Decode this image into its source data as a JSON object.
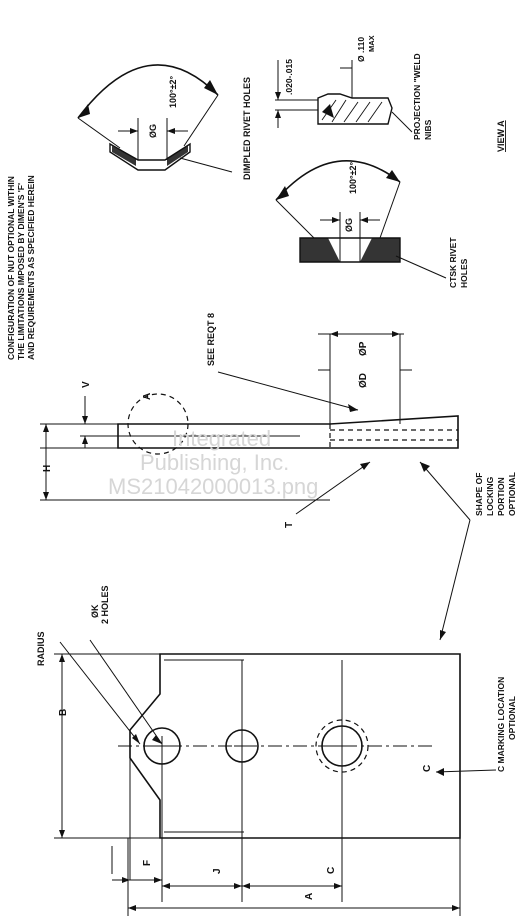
{
  "notes": {
    "line1": "CONFIGURATION OF NUT OPTIONAL WITHIN",
    "line2": "THE LIMITATIONS IMPOSED BY DIMEN'S 'F'",
    "line3": "AND REQUIREMENTS AS SPECIFIED HEREIN"
  },
  "top_details": {
    "dimpled_rivet_holes": "DIMPLED RIVET HOLES",
    "angle_dimpled": "100°±2°",
    "dia_g_dimpled": "ØG",
    "thickness_range": ".020-.015",
    "dia_110": "Ø .110",
    "max": "MAX",
    "projection_line1": "PROJECTION \"WELD",
    "projection_line2": "NIBS",
    "ctsk_line1": "CTSK RIVET",
    "ctsk_line2": "HOLES",
    "angle_ctsk": "100°±2°",
    "dia_g_ctsk": "ØG",
    "view_label": "VIEW A"
  },
  "side_view": {
    "see_reqt": "SEE REQT 8",
    "dia_d": "ØD",
    "dia_p": "ØP",
    "dim_v": "V",
    "dim_h": "H",
    "view_callout": "A",
    "dim_t": "T",
    "shape_line1": "SHAPE OF",
    "shape_line2": "LOCKING",
    "shape_line3": "PORTION",
    "shape_line4": "OPTIONAL"
  },
  "front_view": {
    "radius": "RADIUS",
    "dia_k": "ØK",
    "two_holes": "2 HOLES",
    "dim_b": "B",
    "dim_f": "F",
    "dim_j": "J",
    "dim_c": "C",
    "dim_a": "A",
    "marking_label": "C",
    "marking_line1": "C MARKING LOCATION",
    "marking_line2": "OPTIONAL"
  },
  "watermark": {
    "line1": "Integrated",
    "line2": "Publishing, Inc.",
    "line3": "MS21042000013.png"
  }
}
